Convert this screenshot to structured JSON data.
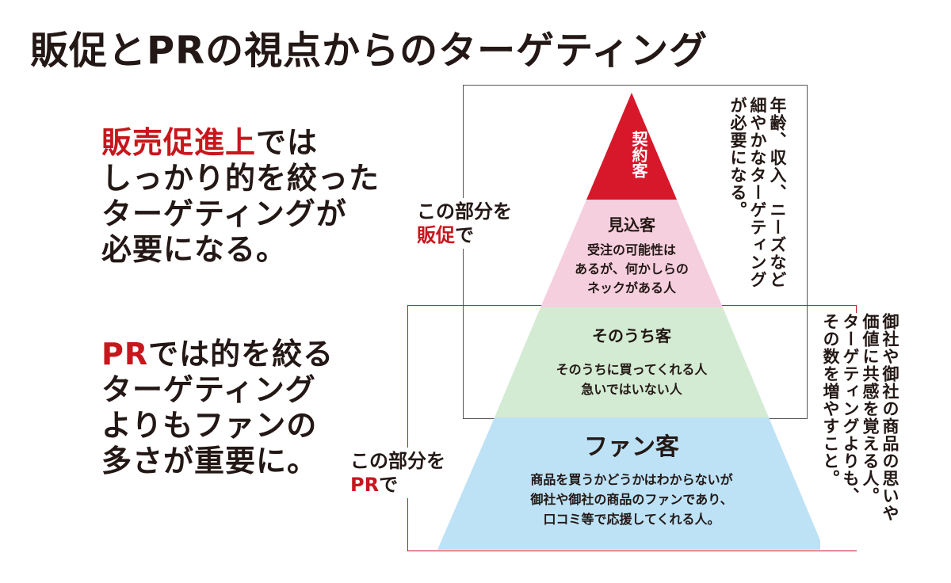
{
  "title": "販促とPRの視点からのターゲティング",
  "left_top": {
    "highlight": "販売促進上",
    "lines": [
      "では",
      "しっかり的を絞った",
      "ターゲティングが",
      "必要になる。"
    ]
  },
  "left_bottom": {
    "highlight": "PR",
    "lines": [
      "では的を絞る",
      "ターゲティング",
      "よりもファンの",
      "多さが重要に。"
    ]
  },
  "bracket_top_label": {
    "line1": "この部分を",
    "highlight": "販促",
    "line2_suffix": "で"
  },
  "bracket_bottom_label": {
    "line1": "この部分を",
    "highlight": "PR",
    "line2_suffix": "で"
  },
  "note_top": [
    "年齢、収入、ニーズなど",
    "細やかなターゲティング",
    "が必要になる。"
  ],
  "note_bottom": [
    "御社や御社の商品の思いや",
    "価値に共感を覚える人。",
    "ターゲティングよりも、",
    "その数を増やすこと。"
  ],
  "tiers": [
    {
      "name": "契約客",
      "desc": [],
      "color": "#d7182a",
      "text_color": "#ffffff"
    },
    {
      "name": "見込客",
      "desc": [
        "受注の可能性は",
        "あるが、何かしらの",
        "ネックがある人"
      ],
      "color": "#f6cfdf",
      "text_color": "#231815"
    },
    {
      "name": "そのうち客",
      "desc": [
        "そのうちに買ってくれる人",
        "急いではいない人"
      ],
      "color": "#d3ebd3",
      "text_color": "#231815"
    },
    {
      "name": "ファン客",
      "desc": [
        "商品を買うかどうかはわからないが",
        "御社や御社の商品のファンであり、",
        "口コミ等で応援してくれる人。"
      ],
      "color": "#bde2f6",
      "text_color": "#231815"
    }
  ]
}
